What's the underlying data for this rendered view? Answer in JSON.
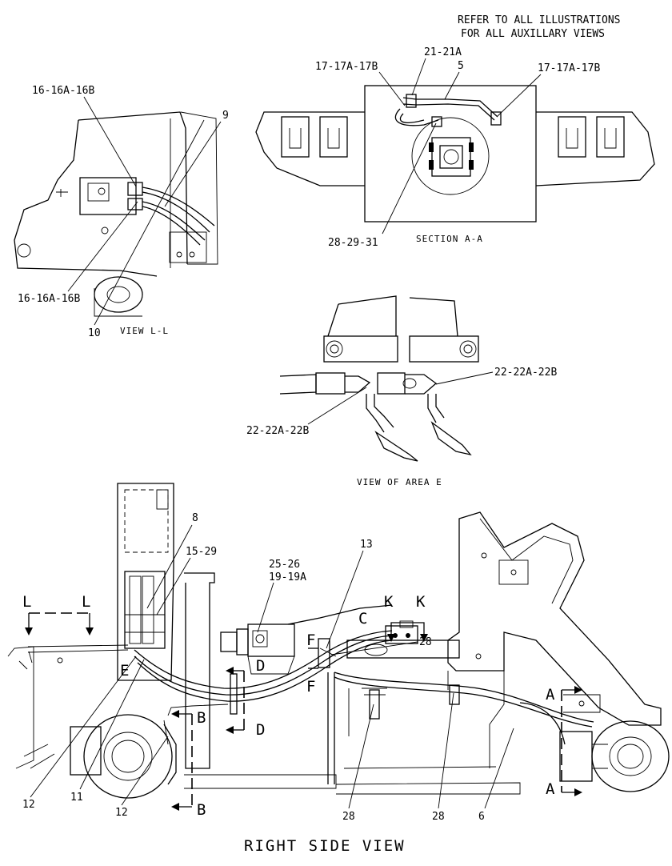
{
  "note": {
    "line1": "REFER TO ALL ILLUSTRATIONS",
    "line2": "FOR ALL AUXILLARY VIEWS"
  },
  "captions": {
    "view_ll": "VIEW L-L",
    "section_aa": "SECTION A-A",
    "view_area_e": "VIEW OF AREA E",
    "right_side_view": "RIGHT SIDE VIEW"
  },
  "callouts": {
    "view_ll": {
      "top_left": "16-16A-16B",
      "top_right": "9",
      "bottom_left": "16-16A-16B",
      "bottom": "10"
    },
    "section_aa": {
      "upper_left": "17-17A-17B",
      "upper_mid": "21-21A",
      "hose": "5",
      "upper_right": "17-17A-17B",
      "lower": "28-29-31"
    },
    "area_e": {
      "right": "22-22A-22B",
      "left": "22-22A-22B"
    },
    "right_side": {
      "n8": "8",
      "n15_29": "15-29",
      "n25_26": "25-26",
      "n19_19a": "19-19A",
      "n13": "13",
      "n28_upper": "28",
      "n12_left": "12",
      "n11": "11",
      "n12_mid": "12",
      "n28_lower_left": "28",
      "n28_lower_right": "28",
      "n6": "6"
    }
  },
  "section_markers": {
    "L_left": "L",
    "L_right": "L",
    "C": "C",
    "K_left": "K",
    "K_right": "K",
    "E": "E",
    "F_top": "F",
    "F_bottom": "F",
    "D_top": "D",
    "D_bottom": "D",
    "B_top": "B",
    "B_bottom": "B",
    "A_top": "A",
    "A_bottom": "A"
  }
}
